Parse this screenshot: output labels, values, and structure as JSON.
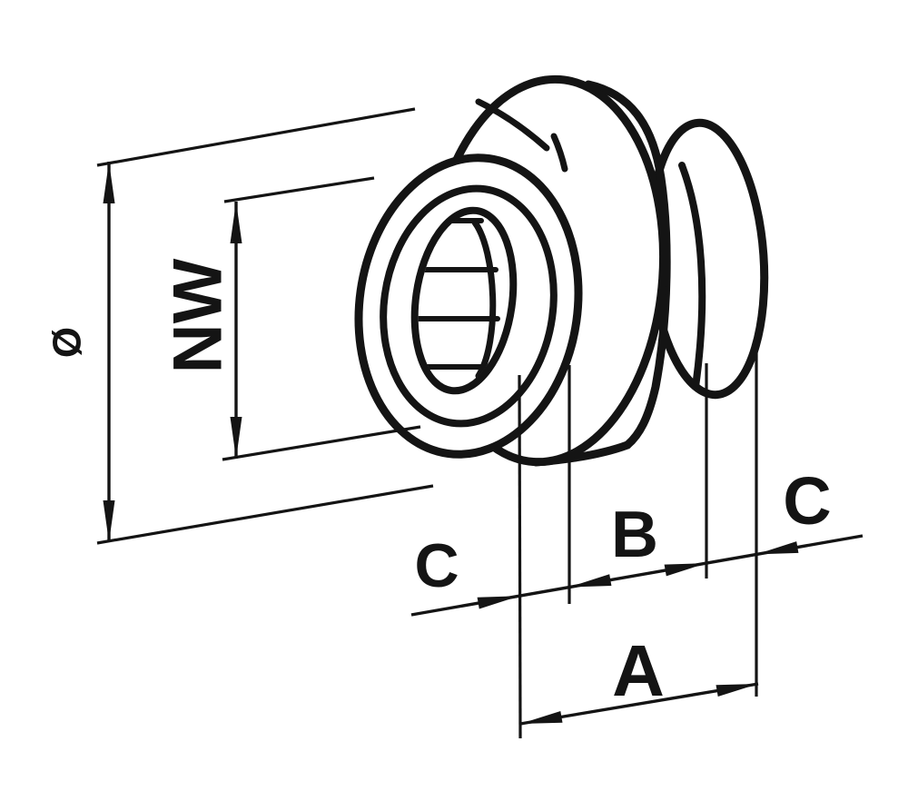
{
  "page": {
    "background": "#ffffff",
    "line_color": "#141414"
  },
  "drawing": {
    "kind": "technical-dimension-line-drawing",
    "subject": "round inline duct fan / pipe connector shown in perspective",
    "labels": {
      "diameter": "Ø",
      "nominal_width": "NW",
      "dim_a": "A",
      "dim_b": "B",
      "dim_c_front": "C",
      "dim_c_rear": "C"
    }
  }
}
